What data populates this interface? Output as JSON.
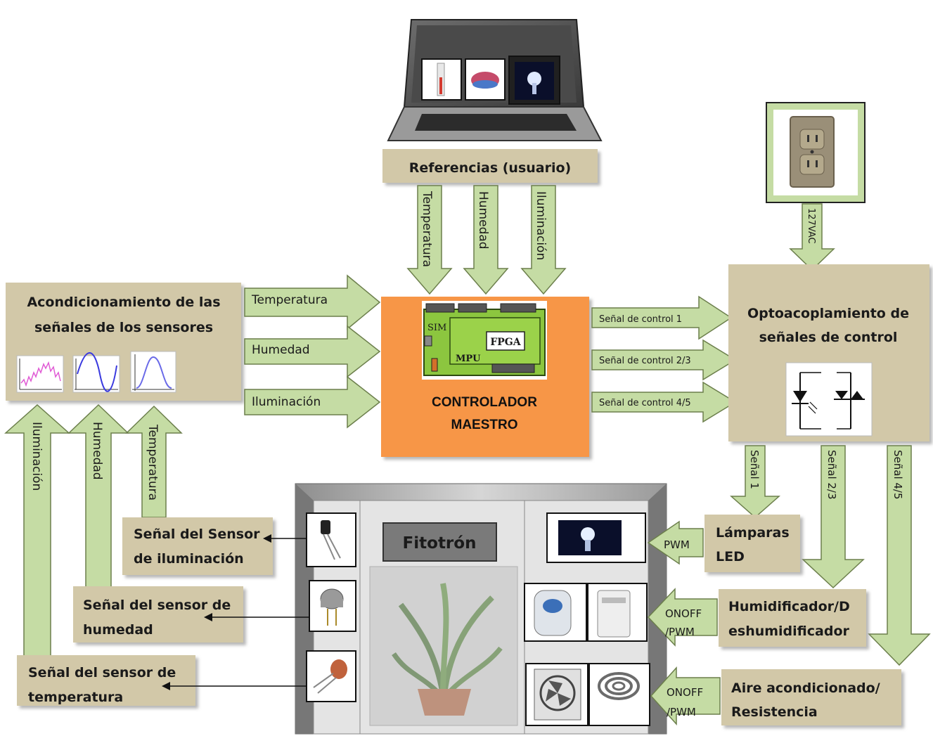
{
  "references_box": {
    "label": "Referencias (usuario)"
  },
  "reference_arrows": [
    "Temperatura",
    "Humedad",
    "Iluminación"
  ],
  "conditioning_box": {
    "line1": "Acondicionamiento de las",
    "line2": "señales de los sensores"
  },
  "sensor_arrows": [
    "Temperatura",
    "Humedad",
    "Iluminación"
  ],
  "controller": {
    "line1": "CONTROLADOR",
    "line2": "MAESTRO",
    "board_labels": {
      "sim": "SIM",
      "fpga": "FPGA",
      "mpu": "MPU"
    }
  },
  "control_arrows": [
    "Señal de control 1",
    "Señal de control 2/3",
    "Señal de control 4/5"
  ],
  "opto_box": {
    "line1": "Optoacoplamiento de",
    "line2": "señales de control"
  },
  "supply_label": "127VAC",
  "output_arrows": [
    "Señal 1",
    "Señal 2/3",
    "Señal 4/5"
  ],
  "feedback_arrows": [
    "Iluminación",
    "Humedad",
    "Temperatura"
  ],
  "sensor_boxes": [
    {
      "line1": "Señal del Sensor",
      "line2": "de iluminación"
    },
    {
      "line1": "Señal del sensor de",
      "line2": "humedad"
    },
    {
      "line1": "Señal del sensor de",
      "line2": "temperatura"
    }
  ],
  "chamber_label": "Fitotrón",
  "actuators": [
    {
      "line1": "Lámparas",
      "line2": "LED",
      "signal": [
        "PWM"
      ]
    },
    {
      "line1": "Humidificador/D",
      "line2": "eshumidificador",
      "signal": [
        "ONOFF",
        "/PWM"
      ]
    },
    {
      "line1": "Aire acondicionado/",
      "line2": "Resistencia",
      "signal": [
        "ONOFF",
        "/PWM"
      ]
    }
  ],
  "colors": {
    "box_fill": "#d2c8a8",
    "arrow_fill": "#c5dca4",
    "arrow_stroke": "#6c7f4c",
    "controller_fill": "#f79646",
    "board_fill": "#8cc63f"
  }
}
